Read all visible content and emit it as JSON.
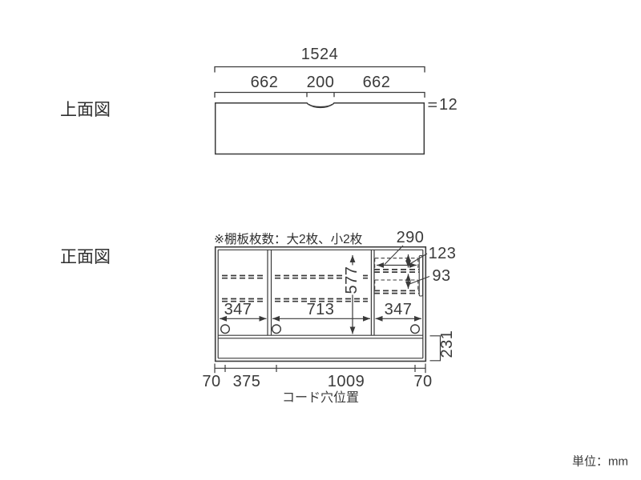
{
  "unit": {
    "label": "単位：mm"
  },
  "top_view": {
    "title": "上面図",
    "dims": {
      "total_width": "1524",
      "left_section": "662",
      "notch_width": "200",
      "right_section": "662",
      "panel_thickness": "12"
    }
  },
  "front_view": {
    "title": "正面図",
    "shelf_note": "※棚板枚数：大2枚、小2枚",
    "cord_hole_label": "コード穴位置",
    "dims": {
      "small_shelf_width": "290",
      "upper_gap": "123",
      "lower_gap": "93",
      "inner_height": "577",
      "left_bay_width": "347",
      "center_bay_width": "713",
      "right_bay_width": "347",
      "base_height": "231",
      "cord_left_edge": "70",
      "cord_left_pitch": "375",
      "cord_center_pitch": "1009",
      "cord_right_edge": "70"
    }
  }
}
